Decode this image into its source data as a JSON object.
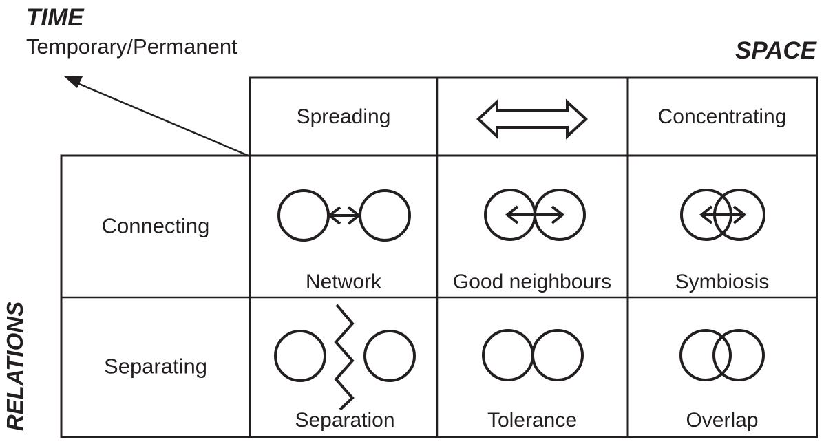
{
  "colors": {
    "ink": "#231f20",
    "background": "#ffffff"
  },
  "axes": {
    "time": {
      "label": "TIME",
      "sublabel": "Temporary/Permanent",
      "arrow": "diagonal-arrow-to-upper-left-icon"
    },
    "space": {
      "label": "SPACE"
    },
    "relations": {
      "label": "RELATIONS"
    }
  },
  "matrix": {
    "column_headers": {
      "left": "Spreading",
      "center_icon": "double-headed-hollow-arrow-icon",
      "right": "Concentrating"
    },
    "row_headers": {
      "top": "Connecting",
      "bottom": "Separating"
    },
    "cells": [
      {
        "row": "Connecting",
        "column": "Spreading",
        "label": "Network",
        "icon": "two-circles-apart-double-arrow-icon"
      },
      {
        "row": "Connecting",
        "column": "Middle",
        "label": "Good neighbours",
        "icon": "two-circles-touching-double-arrow-icon"
      },
      {
        "row": "Connecting",
        "column": "Concentrating",
        "label": "Symbiosis",
        "icon": "two-circles-overlapping-double-arrow-icon"
      },
      {
        "row": "Separating",
        "column": "Spreading",
        "label": "Separation",
        "icon": "two-circles-apart-zigzag-icon"
      },
      {
        "row": "Separating",
        "column": "Middle",
        "label": "Tolerance",
        "icon": "two-circles-touching-icon"
      },
      {
        "row": "Separating",
        "column": "Concentrating",
        "label": "Overlap",
        "icon": "two-circles-overlapping-icon"
      }
    ]
  }
}
